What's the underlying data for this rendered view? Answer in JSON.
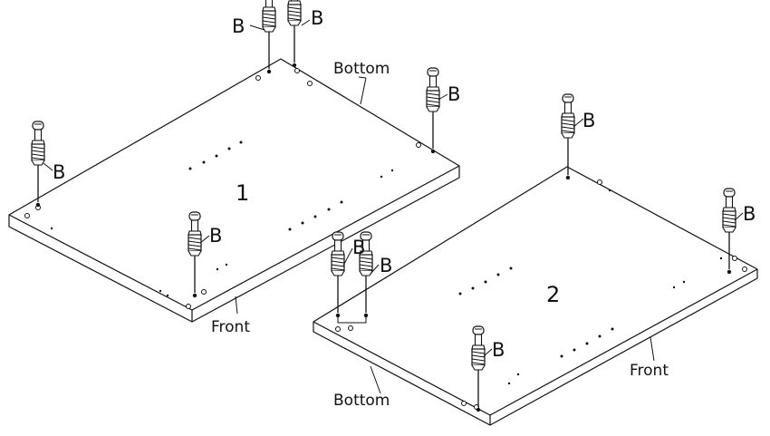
{
  "figure": {
    "hardware_label": "B",
    "panels": [
      {
        "number": "1",
        "bottom_label": "Bottom",
        "front_label": "Front"
      },
      {
        "number": "2",
        "bottom_label": "Bottom",
        "front_label": "Front"
      }
    ]
  },
  "colors": {
    "ink": "#111111",
    "background": "#ffffff"
  }
}
